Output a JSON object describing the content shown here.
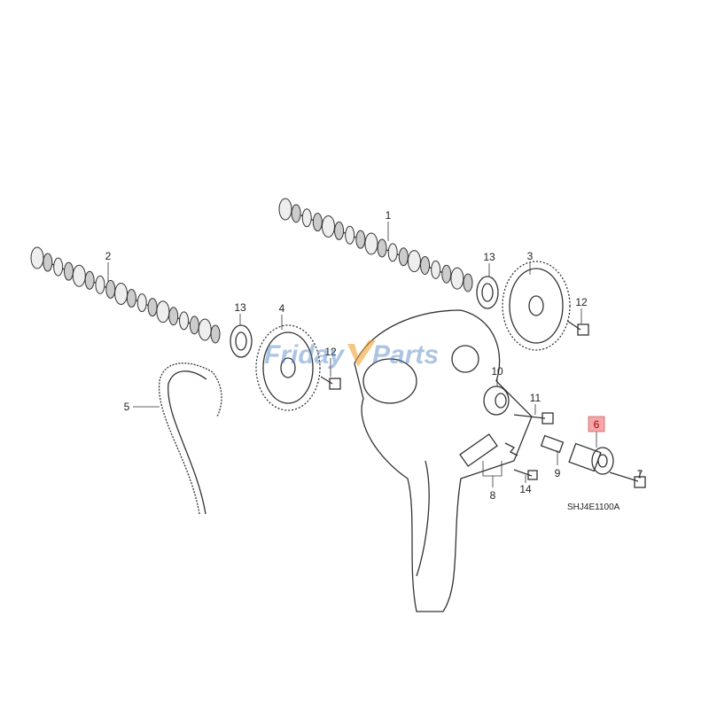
{
  "diagram": {
    "code": "SHJ4E1100A",
    "watermark": {
      "left": "Friday",
      "right": "Parts"
    },
    "highlight_color": "#f4a6a8",
    "callouts": [
      {
        "id": "c1",
        "label": "1"
      },
      {
        "id": "c2",
        "label": "2"
      },
      {
        "id": "c3",
        "label": "3"
      },
      {
        "id": "c4",
        "label": "4"
      },
      {
        "id": "c5",
        "label": "5"
      },
      {
        "id": "c6",
        "label": "6",
        "highlighted": true
      },
      {
        "id": "c7",
        "label": "7"
      },
      {
        "id": "c8",
        "label": "8"
      },
      {
        "id": "c9",
        "label": "9"
      },
      {
        "id": "c10",
        "label": "10"
      },
      {
        "id": "c11",
        "label": "11"
      },
      {
        "id": "c12a",
        "label": "12"
      },
      {
        "id": "c12b",
        "label": "12"
      },
      {
        "id": "c13a",
        "label": "13"
      },
      {
        "id": "c13b",
        "label": "13"
      },
      {
        "id": "c14",
        "label": "14"
      }
    ]
  }
}
